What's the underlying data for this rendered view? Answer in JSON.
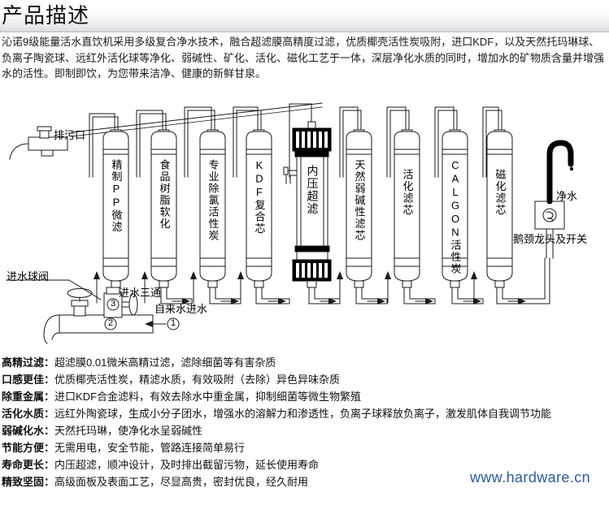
{
  "header": {
    "title": "产品描述"
  },
  "intro": {
    "text": "沁诺9级能量活水直饮机采用多级复合净水技术，融合超滤膜高精度过滤，优质椰壳活性炭吸附，进口KDF，以及天然托玛琳球、负离子陶瓷球、远红外活化球等净化、弱碱性、矿化、活化、磁化工艺于一体，深层净化水质的同时，增加水的矿物质含量并增强水的活性。即制即饮，为您带来洁净、健康的新鲜甘泉。"
  },
  "diagram": {
    "cartridges": [
      {
        "label": "精制PP微滤",
        "orientation": "mixed",
        "style": "standard"
      },
      {
        "label": "食品树脂软化",
        "orientation": "cjk",
        "style": "standard"
      },
      {
        "label": "专业除氯活性炭",
        "orientation": "cjk",
        "style": "standard"
      },
      {
        "label": "KDF复合芯",
        "orientation": "mixed",
        "style": "standard"
      },
      {
        "label": "内压超滤",
        "orientation": "cjk",
        "style": "membrane"
      },
      {
        "label": "天然弱碱性滤芯",
        "orientation": "cjk",
        "style": "standard"
      },
      {
        "label": "活化滤芯",
        "orientation": "cjk",
        "style": "standard"
      },
      {
        "label": "CALGON活性炭",
        "orientation": "mixed",
        "style": "standard"
      },
      {
        "label": "磁化滤芯",
        "orientation": "cjk",
        "style": "standard"
      }
    ],
    "callouts": {
      "drain_outlet": "排污口",
      "inlet_ball_valve": "进水球阀",
      "inlet_tee": "进水三通",
      "tap_water_inlet": "自来水进水",
      "purified_water": "净水",
      "gooseneck_faucet": "鹅颈龙头及开关"
    },
    "markers": [
      "1",
      "2",
      "3"
    ]
  },
  "features": [
    {
      "key": "高精过滤",
      "sep": "：",
      "value": "超滤膜0.01微米高精过滤，滤除细菌等有害杂质"
    },
    {
      "key": "口感更佳",
      "sep": "：",
      "value": "优质椰壳活性炭，精滤水质，有效吸附（去除）异色异味杂质"
    },
    {
      "key": "除重金属",
      "sep": "：",
      "value": "进口KDF合金滤料，有效去除水中重金属，抑制细菌等微生物繁殖"
    },
    {
      "key": "活化水质",
      "sep": "：",
      "value": "远红外陶瓷球，生成小分子团水，增强水的溶解力和渗透性，负离子球释放负离子，激发肌体自我调节功能"
    },
    {
      "key": "弱碱化水",
      "sep": "：",
      "value": "天然托玛琳，使净化水呈弱碱性"
    },
    {
      "key": "节能方便",
      "sep": "：",
      "value": "无需用电，安全节能，管路连接简单易行"
    },
    {
      "key": "寿命更长",
      "sep": "：",
      "value": "内压超滤，顺冲设计，及时排出截留污物，延长使用寿命"
    },
    {
      "key": "精致坚固",
      "sep": "：",
      "value": "高级面板及表面工艺，尽显高贵，密封优良，经久耐用"
    }
  ],
  "watermark": {
    "text": "www.hardware.cn",
    "color": "#2c5aa8"
  },
  "colors": {
    "line": "#1a1a1a",
    "header_rule": "#c9c9cf",
    "text": "#111111",
    "membrane_cap": "#000000"
  }
}
